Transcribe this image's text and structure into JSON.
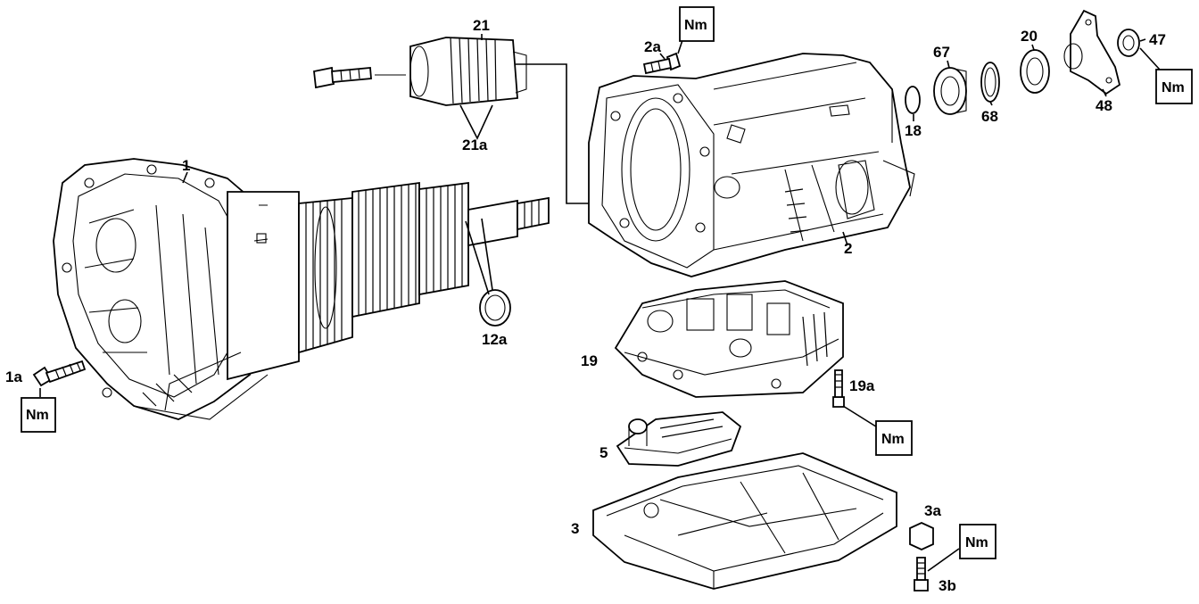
{
  "diagram": {
    "labels": {
      "p1": "1",
      "p1a": "1a",
      "p2": "2",
      "p2a": "2a",
      "p3": "3",
      "p3a": "3a",
      "p3b": "3b",
      "p5": "5",
      "p12a": "12a",
      "p18": "18",
      "p19": "19",
      "p19a": "19a",
      "p20": "20",
      "p21": "21",
      "p21a": "21a",
      "p47": "47",
      "p48": "48",
      "p67": "67",
      "p68": "68"
    },
    "torque_badge": "Nm"
  }
}
